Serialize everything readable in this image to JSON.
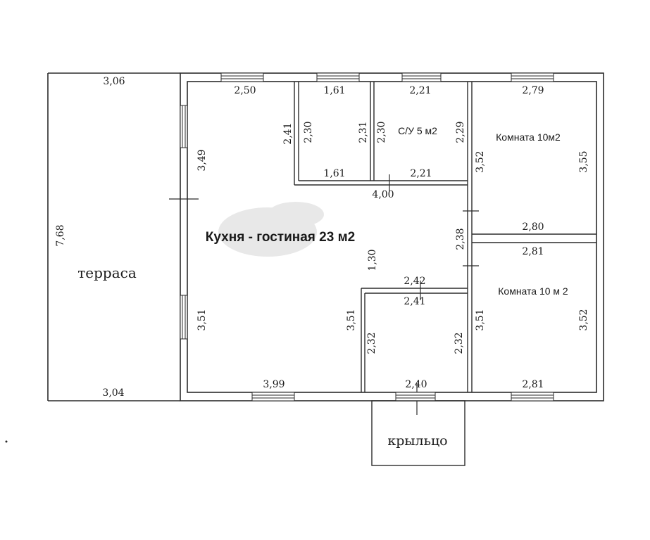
{
  "rooms": {
    "terrace": "терраса",
    "kitchen": "Кухня - гостиная 23 м2",
    "bathroom": "С/У 5 м2",
    "room_top": "Комната 10м2",
    "room_bottom": "Комната 10 м 2",
    "porch": "крыльцо"
  },
  "dims": {
    "terrace_top": "3,06",
    "terrace_bottom": "3,04",
    "terrace_side": "7,68",
    "kitchen_top": "2,50",
    "kitchen_left_upper": "3,49",
    "kitchen_left_lower": "3,51",
    "kitchen_bottom": "3,99",
    "kitchen_inner_upper": "2,41",
    "kitchen_inner_lower": "3,51",
    "corridor": "4,00",
    "hall_left": "1,30",
    "hall_right": "2,38",
    "closet1_top": "1,61",
    "closet1_bottom": "1,61",
    "closet1_left": "2,30",
    "closet1_right": "2,31",
    "wc_top": "2,21",
    "wc_bottom": "2,21",
    "wc_left": "2,30",
    "wc_right": "2,29",
    "room_top_top": "2,79",
    "room_top_bottom": "2,80",
    "room_top_left": "3,52",
    "room_top_right": "3,55",
    "room_bottom_top": "2,81",
    "room_bottom_bottom": "2,81",
    "room_bottom_left": "3,51",
    "room_bottom_right": "3,52",
    "small_top_outer": "2,42",
    "small_top_inner": "2,41",
    "small_left": "2,32",
    "small_right": "2,32",
    "small_bottom": "2,40"
  }
}
